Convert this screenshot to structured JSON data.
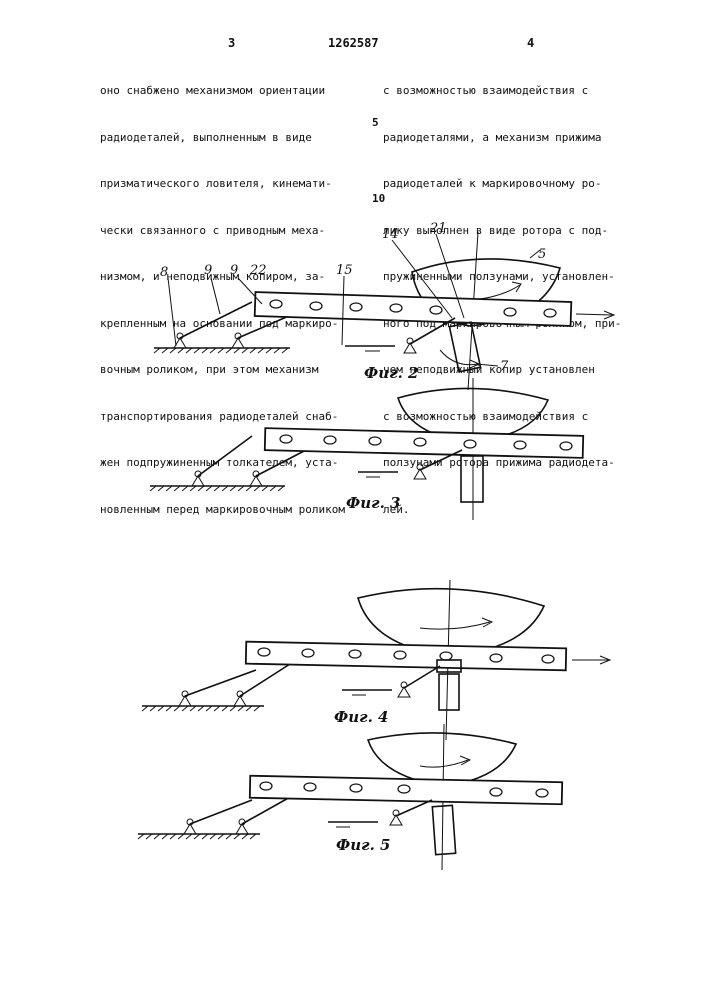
{
  "header": {
    "page_left": "3",
    "patent_number": "1262587",
    "page_right": "4",
    "margin_num_5": "5",
    "margin_num_10": "10"
  },
  "text": {
    "left_column": [
      "оно снабжено механизмом ориентации",
      "радиодеталей, выполненным в виде",
      "призматического ловителя, кинемати-",
      "чески связанного с приводным меха-",
      "низмом, и неподвижным копиром, за-",
      "крепленным на основании под маркиро-",
      "вочным роликом, при этом механизм",
      "транспортирования радиодеталей снаб-",
      "жен подпружиненным толкателем, уста-",
      "новленным перед маркировочным роликом"
    ],
    "right_column": [
      "с возможностью взаимодействия с",
      "радиодеталями, а механизм прижима",
      "радиодеталей к маркировочному ро-",
      "лику выполнен в виде ротора с под-",
      "пружиненными ползунами, установлен-",
      "ного под маркировочным роликом, при-",
      "чем неподвижный копир установлен",
      "с возможностью взаимодействия с",
      "ползунами ротора прижима радиодета-",
      "лей."
    ]
  },
  "figures": {
    "fig2_caption": "Фиг. 2",
    "fig3_caption": "Фиг. 3",
    "fig4_caption": "Фиг. 4",
    "fig5_caption": "Фиг. 5",
    "labels": {
      "l8": "8",
      "l9a": "9",
      "l9b": "9",
      "l22": "22",
      "l15": "15",
      "l14": "14",
      "l21": "21",
      "l5": "5",
      "l7": "7"
    }
  }
}
